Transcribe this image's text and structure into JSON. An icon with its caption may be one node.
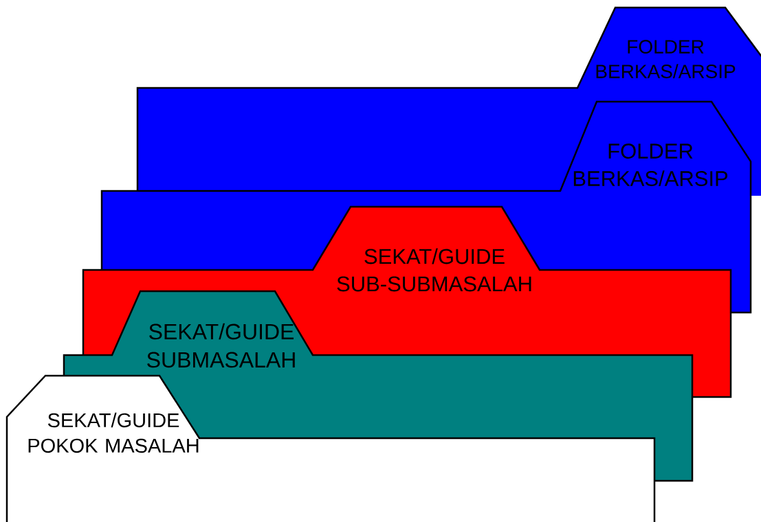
{
  "diagram": {
    "nodes": [
      {
        "text": [
          "FOLDER BERKAS/ARSIP"
        ]
      },
      {
        "text": [
          "FOLDER BERKAS/ARSIP"
        ]
      },
      {
        "text": [
          "SEKAT/GUIDE SUB-SUBMASALAH"
        ]
      },
      {
        "text": [
          "SEKAT/GUIDE SUBMASALAH"
        ]
      },
      {
        "text": [
          "SEKAT/GUIDE POKOK MASALAH"
        ]
      }
    ]
  }
}
